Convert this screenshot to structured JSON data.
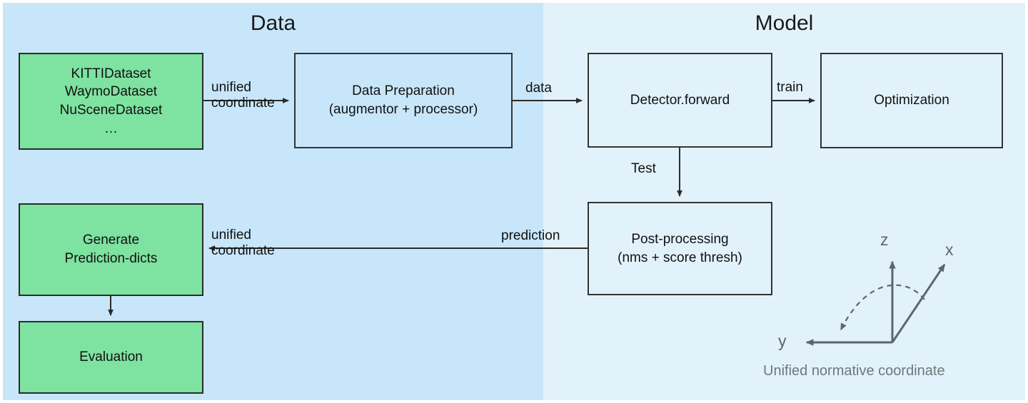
{
  "diagram": {
    "panels": [
      {
        "key": "data",
        "title": "Data",
        "bg": "#c8e6fa"
      },
      {
        "key": "model",
        "title": "Model",
        "bg": "#e2f2fb"
      }
    ],
    "nodes": {
      "datasets": {
        "lines": [
          "KITTIDataset",
          "WaymoDataset",
          "NuSceneDataset",
          "…"
        ],
        "fill": "#7ee2a0"
      },
      "data_preparation": {
        "lines": [
          "Data Preparation",
          "(augmentor + processor)"
        ],
        "fill": "#c8e6fa"
      },
      "detector_forward": {
        "lines": [
          "Detector.forward"
        ],
        "fill": "#e2f2fb"
      },
      "optimization": {
        "lines": [
          "Optimization"
        ],
        "fill": "#e2f2fb"
      },
      "post_processing": {
        "lines": [
          "Post-processing",
          "(nms + score thresh)"
        ],
        "fill": "#e2f2fb"
      },
      "generate_prediction_dicts": {
        "lines": [
          "Generate",
          "Prediction-dicts"
        ],
        "fill": "#7ee2a0"
      },
      "evaluation": {
        "lines": [
          "Evaluation"
        ],
        "fill": "#7ee2a0"
      }
    },
    "edges": {
      "datasets_to_prep_line1": "unified",
      "datasets_to_prep_line2": "coordinate",
      "prep_to_detector": "data",
      "detector_to_optimization": "train",
      "detector_to_post": "Test",
      "post_to_generate": "prediction",
      "post_to_generate_line1": "unified",
      "post_to_generate_line2": "coordinate"
    },
    "coordinate_frame": {
      "axis_z": "z",
      "axis_x": "x",
      "axis_y": "y",
      "caption": "Unified normative coordinate",
      "stroke": "#5c6769"
    }
  }
}
